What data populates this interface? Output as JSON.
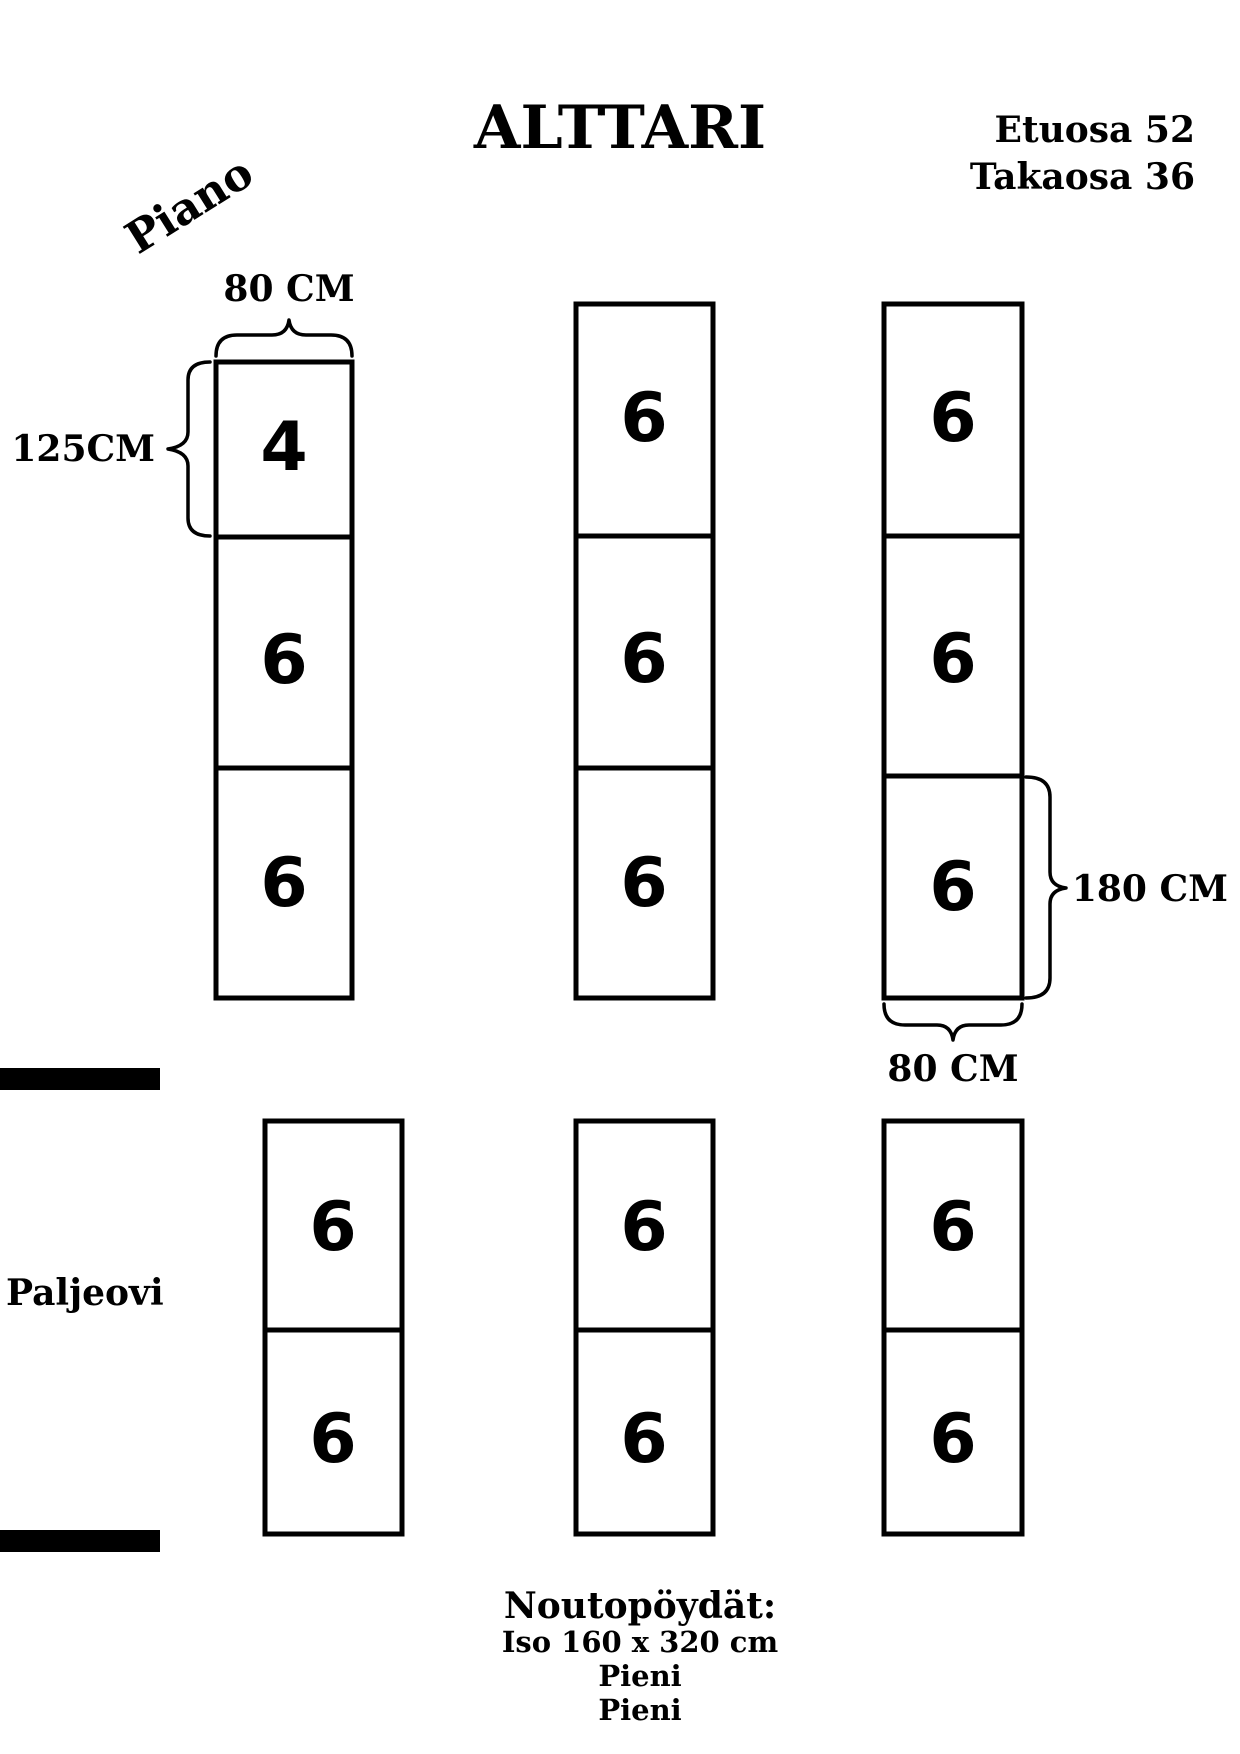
{
  "header": {
    "title": "ALTTARI",
    "summary": [
      "Etuosa 52",
      "Takaosa 36"
    ]
  },
  "labels": {
    "piano": "Piano",
    "bellows": "Paljeovi"
  },
  "dimensions": {
    "top_width": "80 CM",
    "top_height": "125CM",
    "right_height": "180 CM",
    "bottom_width": "80 CM"
  },
  "front_tables": [
    [
      "4",
      "6",
      "6"
    ],
    [
      "6",
      "6",
      "6"
    ],
    [
      "6",
      "6",
      "6"
    ]
  ],
  "back_tables": [
    [
      "6",
      "6"
    ],
    [
      "6",
      "6"
    ],
    [
      "6",
      "6"
    ]
  ],
  "buffet": {
    "heading": "Noutopöydät:",
    "lines": [
      "Iso 160 x 320 cm",
      "Pieni",
      "Pieni"
    ]
  }
}
